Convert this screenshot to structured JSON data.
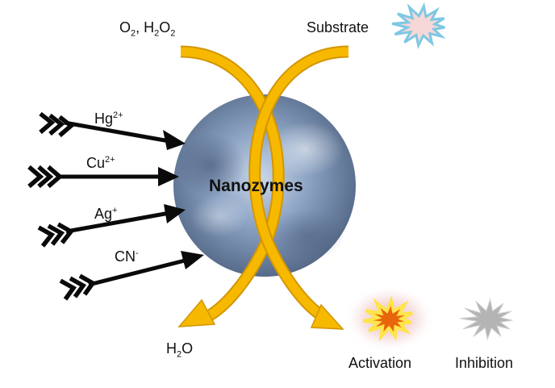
{
  "center": {
    "label": "Nanozymes"
  },
  "reactants": {
    "oxidants": {
      "o": "O",
      "o_sub": "2",
      "sep": ", H",
      "h_sub": "2",
      "o2": "O",
      "o2_sub": "2"
    },
    "substrate": "Substrate"
  },
  "product": {
    "h": "H",
    "h_sub": "2",
    "o": "O"
  },
  "ions": [
    {
      "base": "Hg",
      "charge": "2+"
    },
    {
      "base": "Cu",
      "charge": "2+"
    },
    {
      "base": "Ag",
      "charge": "+"
    },
    {
      "base": "CN",
      "charge": "-"
    }
  ],
  "legend": {
    "activation": "Activation",
    "inhibition": "Inhibition"
  },
  "colors": {
    "sphere": "#7f97b8",
    "arrow_gold": "#f7b800",
    "ion_arrow": "#0a0a0a",
    "activation_star": "#e8650c",
    "activation_border": "#ffe44a",
    "inhibition_star": "#b4b4b4",
    "substrate_star": "#f7d8d8",
    "substrate_border": "#7ec8e3"
  },
  "icons": [
    "substrate-star-icon",
    "activation-star-icon",
    "inhibition-star-icon",
    "feathered-arrow-icon",
    "curved-arrow-icon"
  ]
}
